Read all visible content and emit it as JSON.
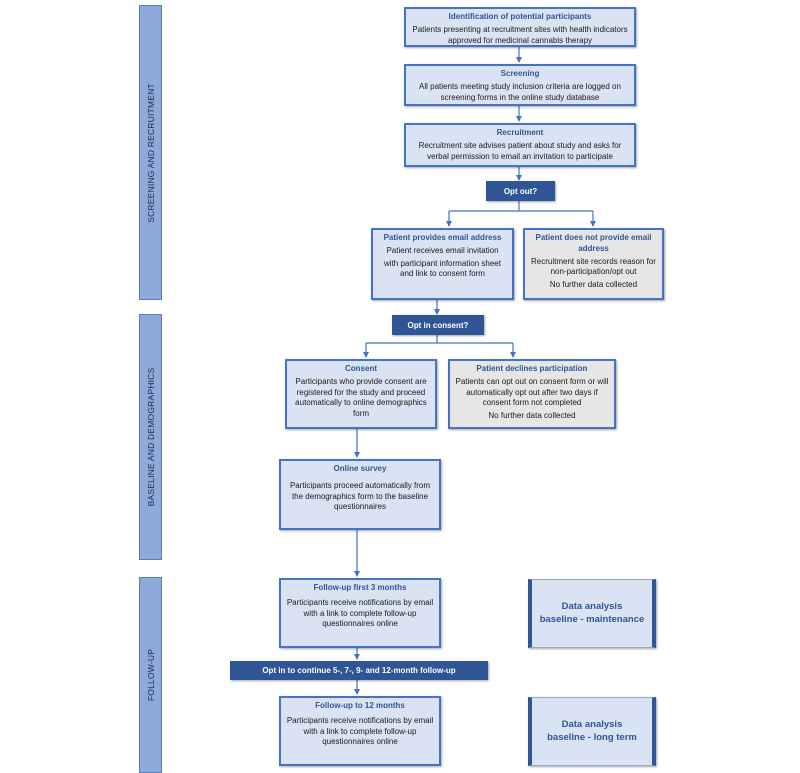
{
  "sections": {
    "screening": "SCREENING AND RECRUITMENT",
    "baseline": "BASELINE AND DEMOGRAPHICS",
    "followup": "FOLLOW-UP"
  },
  "boxes": {
    "identification": {
      "title": "Identification of potential participants",
      "text": "Patients presenting at recruitment sites with health indicators approved for medicinal cannabis therapy"
    },
    "screening": {
      "title": "Screening",
      "text": "All patients meeting study inclusion criteria are logged on screening forms in the online study database"
    },
    "recruitment": {
      "title": "Recruitment",
      "text": "Recruitment site advises patient about study and asks for verbal permission to email an invitation to participate"
    },
    "provides_email": {
      "title": "Patient provides email address",
      "text1": "Patient receives email invitation",
      "text2": "with participant information sheet and link to consent form"
    },
    "no_email": {
      "title": "Patient does not provide email address",
      "text1": "Recruitment site records reason for non-participation/opt out",
      "text2": "No further data collected"
    },
    "consent": {
      "title": "Consent",
      "text": "Participants who provide consent are registered for the study and proceed automatically to online demographics form"
    },
    "declines": {
      "title": "Patient declines participation",
      "text1": "Patients can opt out on consent form or will automatically opt out after two days if consent form not completed",
      "text2": "No further data collected"
    },
    "online_survey": {
      "title": "Online survey",
      "text": "Participants proceed automatically from the demographics form to the baseline questionnaires"
    },
    "followup3": {
      "title": "Follow-up first 3 months",
      "text": "Participants receive notifications by email with a link to complete follow-up questionnaires online"
    },
    "followup12": {
      "title": "Follow-up to 12 months",
      "text": "Participants receive notifications by email with a link to complete follow-up questionnaires online"
    }
  },
  "decisions": {
    "opt_out": "Opt out?",
    "opt_in_consent": "Opt in consent?",
    "opt_in_continue": "Opt in to continue 5-, 7-,  9- and 12-month follow-up"
  },
  "analysis": {
    "maintenance": {
      "line1": "Data analysis",
      "line2": "baseline - maintenance"
    },
    "long_term": {
      "line1": "Data analysis",
      "line2": "baseline - long term"
    }
  },
  "colors": {
    "box_fill": "#dae3f3",
    "box_border": "#4472c4",
    "decision_fill": "#2f5597",
    "band_fill": "#8eaadb",
    "grey_fill": "#e7e6e6"
  }
}
